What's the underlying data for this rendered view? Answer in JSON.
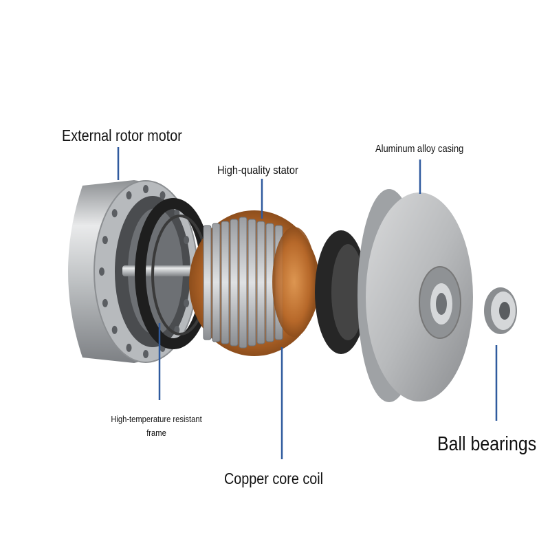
{
  "labels": {
    "external_rotor": "External rotor motor",
    "stator": "High-quality stator",
    "casing": "Aluminum alloy casing",
    "frame": "High-temperature resistant frame",
    "coil": "Copper core coil",
    "bearings": "Ball bearings"
  },
  "colors": {
    "leader_line": "#2f5a9e",
    "label_text": "#111111",
    "copper": "#b86a2a",
    "steel": "#c9cbcd",
    "rubber": "#2a2a2a"
  }
}
